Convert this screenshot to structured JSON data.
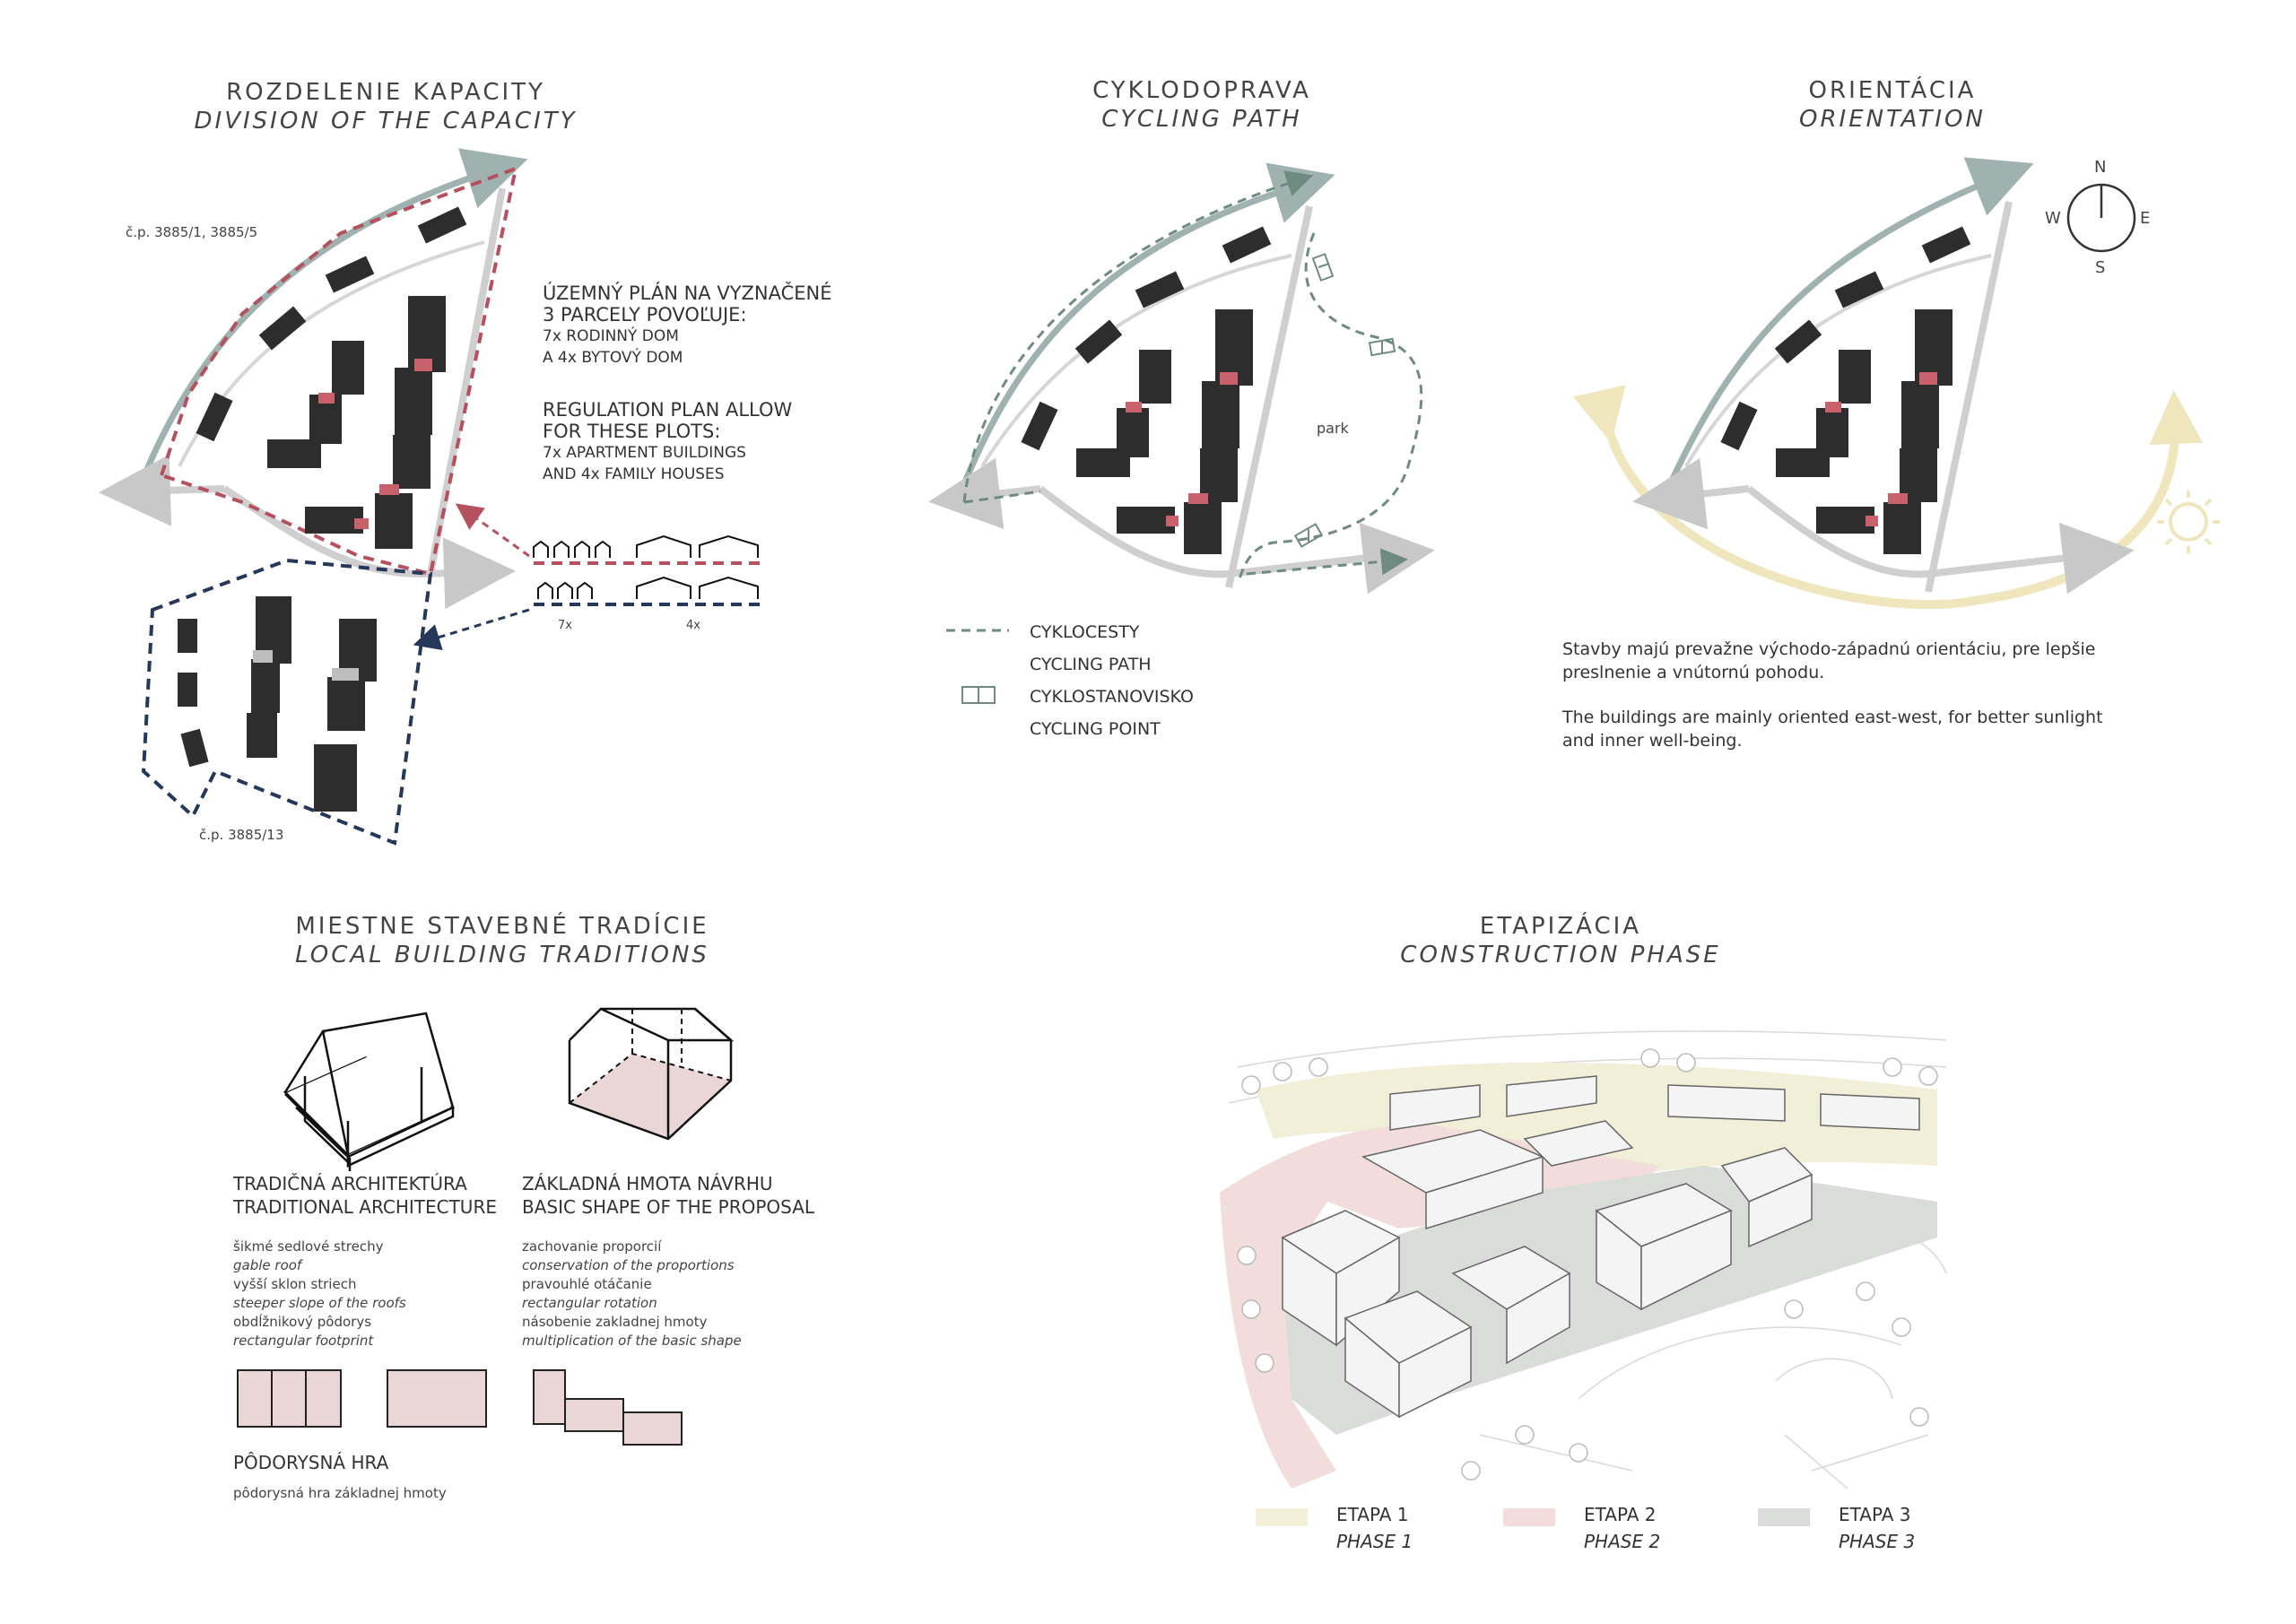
{
  "capacity": {
    "title_sk": "ROZDELENIE KAPACITY",
    "title_en": "DIVISION OF THE CAPACITY",
    "parcel_top": "č.p. 3885/1, 3885/5",
    "parcel_bottom": "č.p. 3885/13",
    "plan_sk": [
      "ÚZEMNÝ PLÁN NA VYZNAČENÉ",
      "3 PARCELY POVOĽUJE:",
      "7x RODINNÝ DOM",
      "A 4x BYTOVÝ DOM"
    ],
    "plan_en": [
      "REGULATION PLAN ALLOW",
      "FOR THESE PLOTS:",
      "7x APARTMENT BUILDINGS",
      "AND 4x FAMILY HOUSES"
    ],
    "count_small": "7x",
    "count_large": "4x",
    "color_red": "#b5515f",
    "color_blue": "#26385a"
  },
  "cycling": {
    "title_sk": "CYKLODOPRAVA",
    "title_en": "CYCLING PATH",
    "park_label": "park",
    "legend": [
      {
        "sk": "CYKLOCESTY",
        "en": "CYCLING PATH"
      },
      {
        "sk": "CYKLOSTANOVISKO",
        "en": "CYCLING POINT"
      }
    ],
    "color_green": "#6f8a7f"
  },
  "orientation": {
    "title_sk": "ORIENTÁCIA",
    "title_en": "ORIENTATION",
    "compass": {
      "n": "N",
      "e": "E",
      "s": "S",
      "w": "W"
    },
    "text_sk": [
      "Stavby majú prevažne východo-západnú orientáciu, pre lepšie",
      "preslnenie a vnútornú pohodu."
    ],
    "text_en": [
      "The buildings are mainly oriented east-west, for better sunlight",
      "and inner well-being."
    ],
    "color_sun": "#efe6bd"
  },
  "traditions": {
    "title_sk": "MIESTNE STAVEBNÉ TRADÍCIE",
    "title_en": "LOCAL BUILDING TRADITIONS",
    "col1_head": [
      "TRADIČNÁ ARCHITEKTÚRA",
      "TRADITIONAL ARCHITECTURE"
    ],
    "col1_items": [
      "šikmé sedlové strechy",
      "gable roof",
      "vyšší sklon striech",
      "steeper slope of the roofs",
      "obdĺžnikový pôdorys",
      "rectangular footprint"
    ],
    "col2_head": [
      "ZÁKLADNÁ HMOTA NÁVRHU",
      "BASIC SHAPE OF THE PROPOSAL"
    ],
    "col2_items": [
      "zachovanie proporcií",
      "conservation of the proportions",
      "pravouhlé otáčanie",
      "rectangular rotation",
      "násobenie zakladnej hmoty",
      "multiplication of the basic shape"
    ],
    "footer_head": "PÔDORYSNÁ HRA",
    "footer_text": "pôdorysná hra základnej hmoty",
    "color_fill": "#ead6d6"
  },
  "phases": {
    "title_sk": "ETAPIZÁCIA",
    "title_en": "CONSTRUCTION PHASE",
    "legend": [
      {
        "sk": "ETAPA 1",
        "en": "PHASE 1",
        "color": "#f1efd8"
      },
      {
        "sk": "ETAPA 2",
        "en": "PHASE 2",
        "color": "#f3dcdc"
      },
      {
        "sk": "ETAPA 3",
        "en": "PHASE 3",
        "color": "#d9dcd8"
      }
    ]
  }
}
